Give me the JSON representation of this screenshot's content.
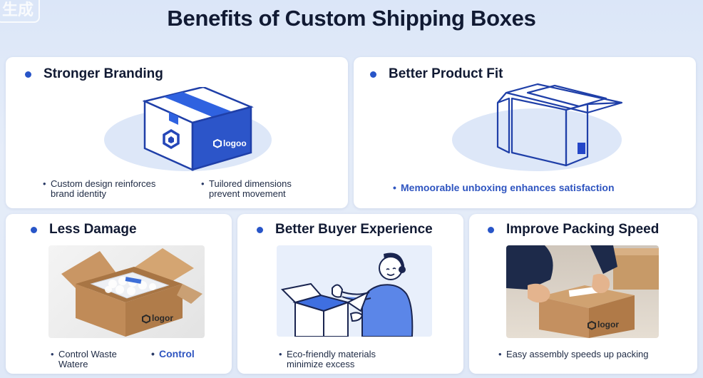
{
  "corner_tag": "生成",
  "title": "Benefits of Custom Shipping Boxes",
  "cards": {
    "branding": {
      "title": "Stronger Branding",
      "box_logo": "logoo",
      "bullets": [
        "Custom design reinforces brand identity",
        "Tuilored dimensions prevent movement"
      ]
    },
    "fit": {
      "title": "Better Product Fit",
      "bullets": [
        "Memoorable  unboxing enhances satisfaction"
      ]
    },
    "damage": {
      "title": "Less Damage",
      "box_logo": "logor",
      "bullets": [
        "Control Waste Watere",
        "Control"
      ]
    },
    "buyer": {
      "title": "Better Buyer Experience",
      "bullets": [
        "Eco-friendly materials minimize excess"
      ]
    },
    "packing": {
      "title": "Improve Packing Speed",
      "box_logo": "logor",
      "bullets": [
        "Easy assembly speeds up packing"
      ]
    }
  },
  "colors": {
    "accent": "#2855c8",
    "card": "#ffffff",
    "background": "#dfe8f7"
  }
}
